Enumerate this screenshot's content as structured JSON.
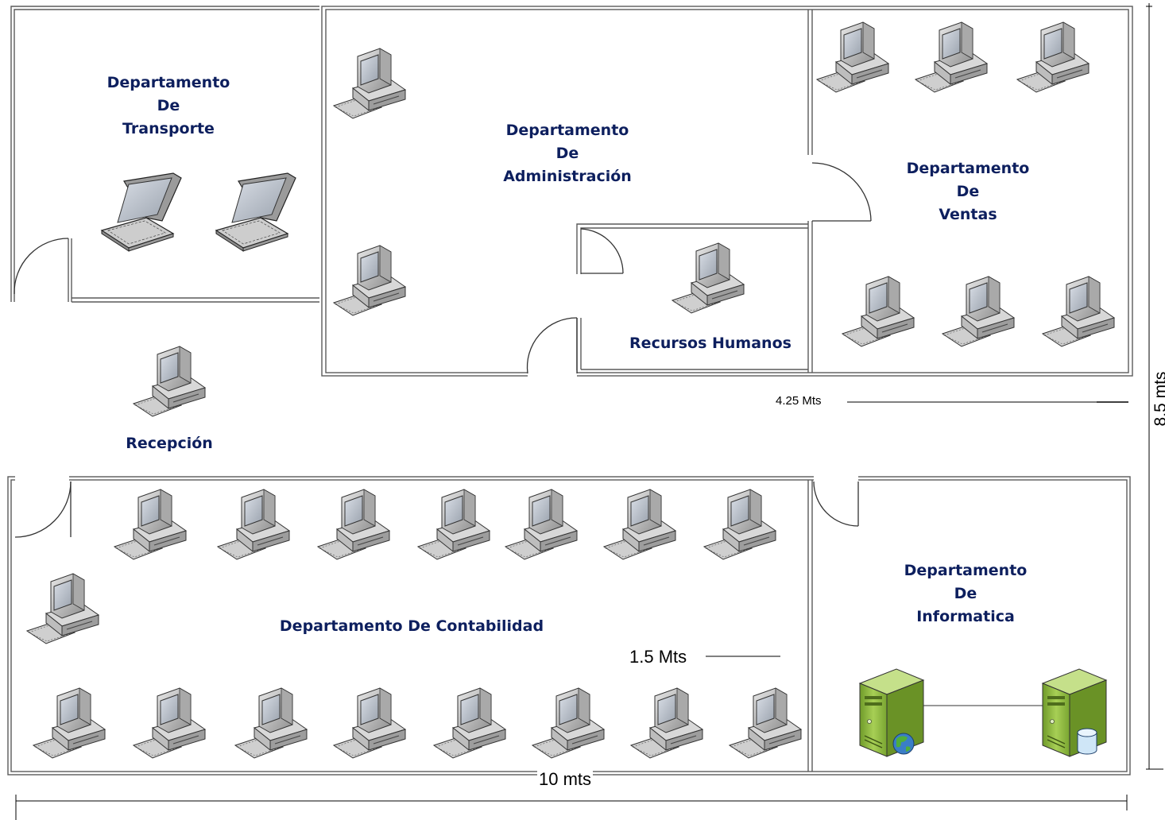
{
  "departments": {
    "transporte": {
      "line1": "Departamento",
      "line2": "De",
      "line3": "Transporte"
    },
    "administracion": {
      "line1": "Departamento",
      "line2": "De",
      "line3": "Administración"
    },
    "ventas": {
      "line1": "Departamento",
      "line2": "De",
      "line3": "Ventas"
    },
    "rrhh": {
      "label": "Recursos Humanos"
    },
    "recepcion": {
      "label": "Recepción"
    },
    "contabilidad": {
      "label": "Departamento De Contabilidad"
    },
    "informatica": {
      "line1": "Departamento",
      "line2": "De",
      "line3": "Informatica"
    }
  },
  "dimensions": {
    "ventas_width": "4.25 Mts",
    "height": "8.5 mts",
    "spacing": "1.5 Mts",
    "width": "10 mts"
  },
  "colors": {
    "label_text": "#0d1f5e",
    "wall": "#5a5a5a",
    "server_green": "#8dbb3c"
  },
  "icons": {
    "desktop": "desktop-computer-icon",
    "laptop": "laptop-icon",
    "web_server": "web-server-icon",
    "database_server": "database-server-icon"
  }
}
